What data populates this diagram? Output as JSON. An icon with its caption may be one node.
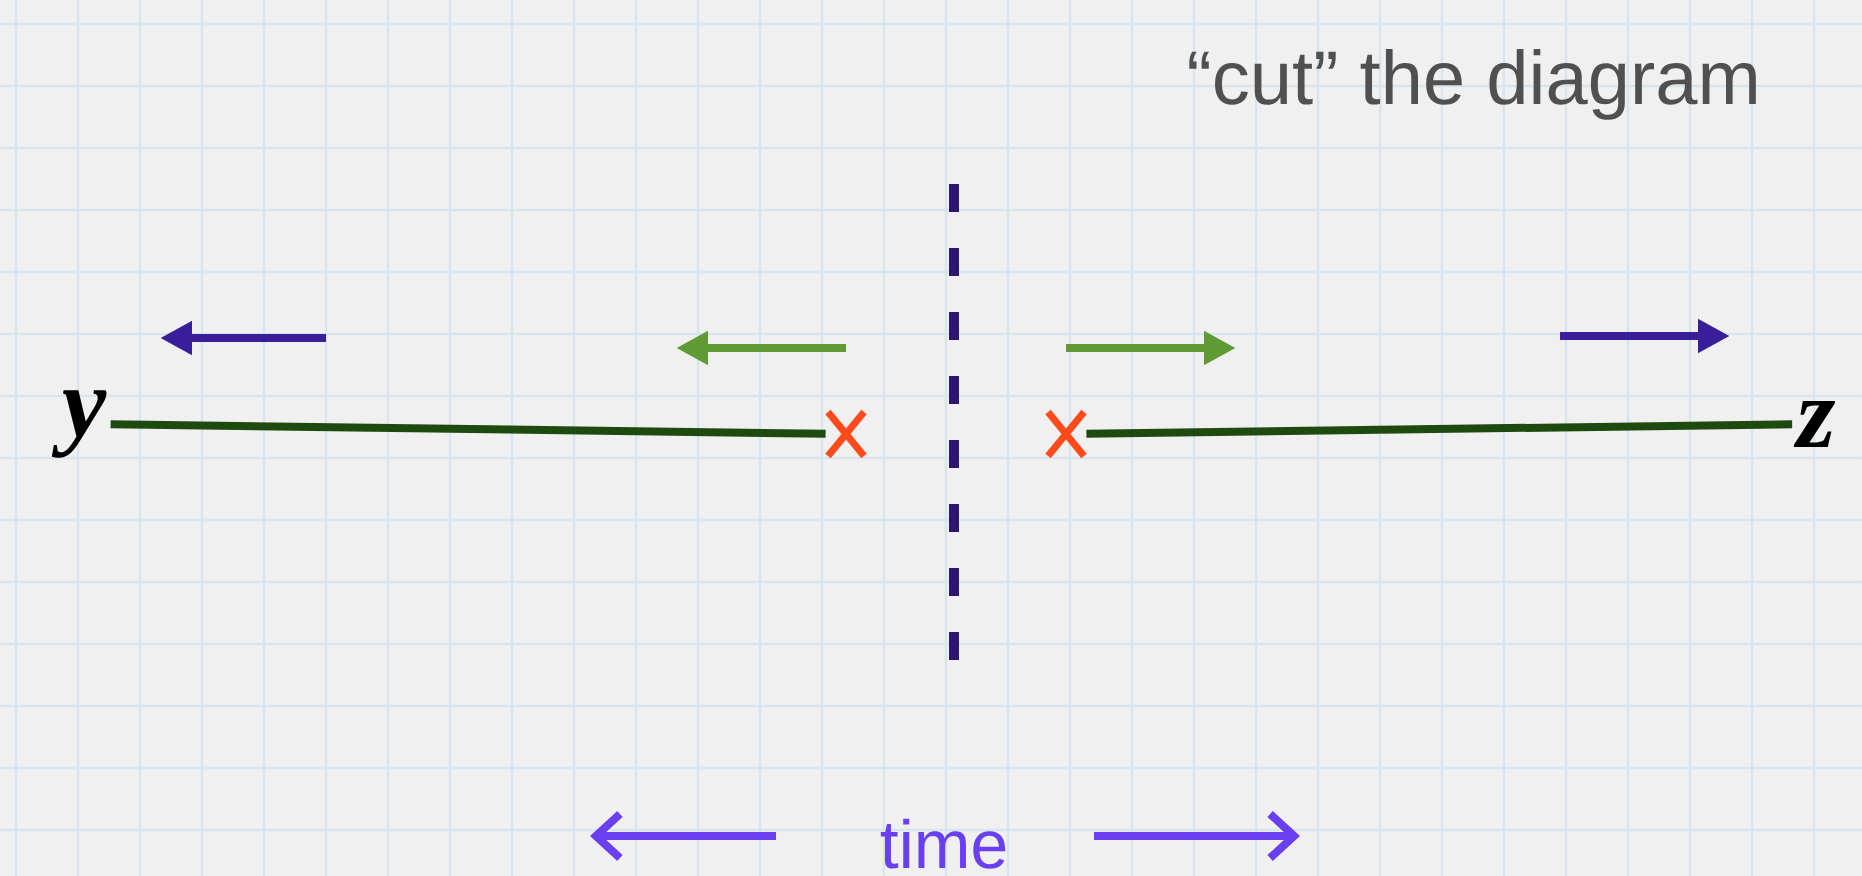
{
  "diagram": {
    "title": "“cut” the diagram",
    "nodes": [
      {
        "text": [
          "y"
        ]
      },
      {
        "text": [],
        "shape": "cross"
      },
      {
        "text": [],
        "shape": "cross"
      },
      {
        "text": [
          "z"
        ]
      }
    ],
    "edges": [
      {
        "from": 0,
        "to": 1,
        "arrow": "none"
      },
      {
        "from": 2,
        "to": 3,
        "arrow": "none"
      }
    ],
    "labels": [
      "time"
    ]
  }
}
